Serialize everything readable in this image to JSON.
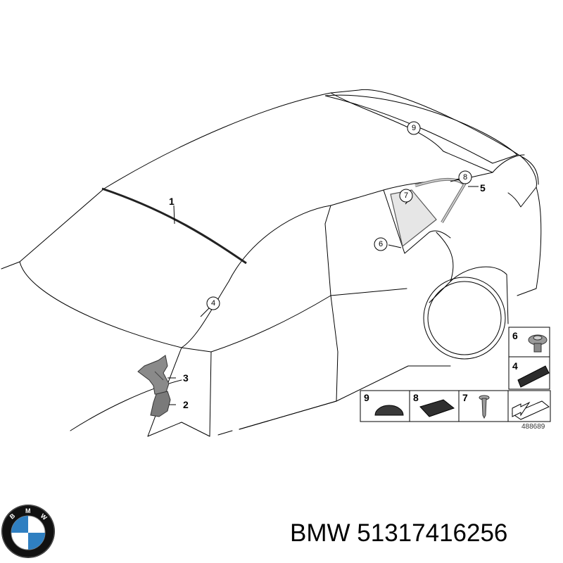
{
  "diagram": {
    "callouts": {
      "c1": "1",
      "c2": "2",
      "c3": "3",
      "c4": "4",
      "c5": "5",
      "c6": "6",
      "c7": "7",
      "c8": "8",
      "c9": "9"
    },
    "legend": {
      "l6": "6",
      "l4": "4",
      "l9": "9",
      "l8": "8",
      "l7": "7"
    },
    "ref_number": "488689"
  },
  "logo": {
    "text": "BMW",
    "colors": {
      "ring": "#111111",
      "blue": "#2f7fc1",
      "white": "#ffffff"
    }
  },
  "footer": {
    "brand": "BMW",
    "part_number": "51317416256"
  }
}
